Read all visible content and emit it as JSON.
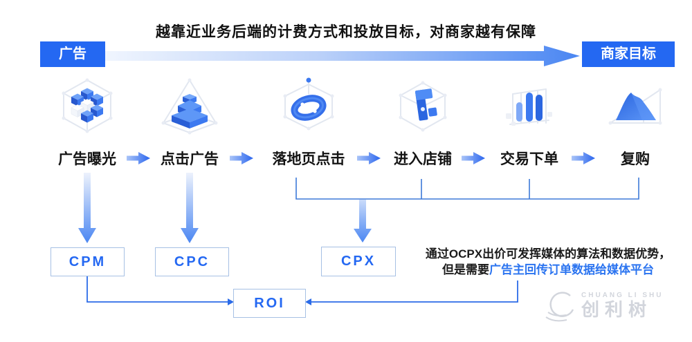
{
  "header": {
    "headline": "越靠近业务后端的计费方式和投放目标，对商家越有保障",
    "left_tag": "广告",
    "right_tag": "商家目标"
  },
  "funnel": {
    "stages": [
      {
        "label": "广告曝光",
        "icon": "cube-cluster-icon"
      },
      {
        "label": "点击广告",
        "icon": "step-pyramid-icon"
      },
      {
        "label": "落地页点击",
        "icon": "link-cube-icon"
      },
      {
        "label": "进入店铺",
        "icon": "shop-cube-icon"
      },
      {
        "label": "交易下单",
        "icon": "bar-chart-icon"
      },
      {
        "label": "复购",
        "icon": "area-chart-icon"
      }
    ]
  },
  "metric_boxes": {
    "cpm": "CPM",
    "cpc": "CPC",
    "cpx": "CPX",
    "roi": "ROI"
  },
  "note": {
    "line1": "通过OCPX出价可发挥媒体的算法和数据优势，",
    "line2_prefix": "但是需要",
    "line2_highlight": "广告主回传订单数据给媒体平台"
  },
  "watermark": {
    "latin": "CHUANG LI SHU",
    "cjk": "创利树"
  },
  "colors": {
    "primary_blue": "#2468F2",
    "line_blue": "#2B6BE8",
    "bracket_blue": "#3D79D9",
    "highlight_blue": "#2B74F0",
    "box_border": "#A6C0E4",
    "wireframe_gray": "#E2E7F0",
    "icon_blue_dark": "#2858CE",
    "icon_blue": "#3C79F0",
    "icon_blue_light": "#6FA2F8"
  }
}
